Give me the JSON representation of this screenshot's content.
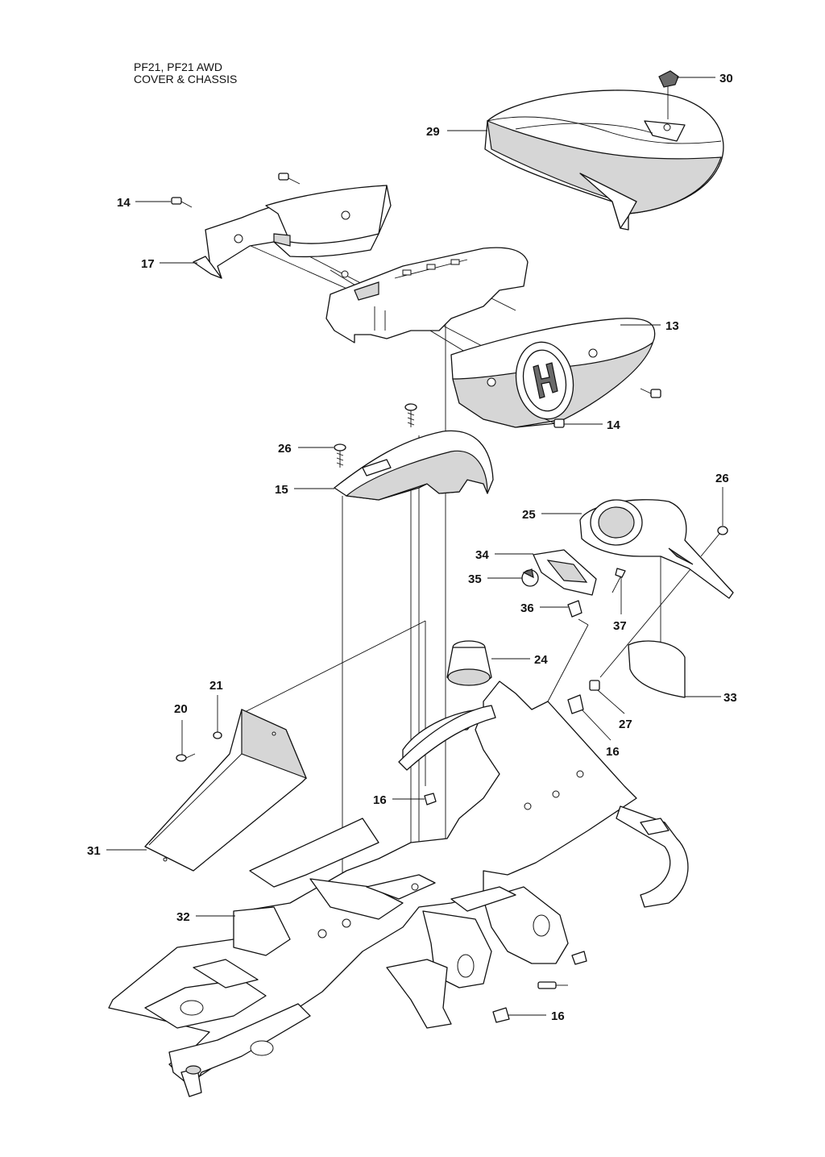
{
  "title": {
    "line1": "PF21, PF21 AWD",
    "line2": "COVER & CHASSIS"
  },
  "callouts": [
    {
      "id": "callout-30",
      "label": "30"
    },
    {
      "id": "callout-29",
      "label": "29"
    },
    {
      "id": "callout-14-top",
      "label": "14"
    },
    {
      "id": "callout-17",
      "label": "17"
    },
    {
      "id": "callout-13",
      "label": "13"
    },
    {
      "id": "callout-14-mid",
      "label": "14"
    },
    {
      "id": "callout-26-left",
      "label": "26"
    },
    {
      "id": "callout-15",
      "label": "15"
    },
    {
      "id": "callout-26-right",
      "label": "26"
    },
    {
      "id": "callout-25",
      "label": "25"
    },
    {
      "id": "callout-34",
      "label": "34"
    },
    {
      "id": "callout-35",
      "label": "35"
    },
    {
      "id": "callout-36",
      "label": "36"
    },
    {
      "id": "callout-37",
      "label": "37"
    },
    {
      "id": "callout-24",
      "label": "24"
    },
    {
      "id": "callout-33",
      "label": "33"
    },
    {
      "id": "callout-21",
      "label": "21"
    },
    {
      "id": "callout-20",
      "label": "20"
    },
    {
      "id": "callout-27",
      "label": "27"
    },
    {
      "id": "callout-16-right",
      "label": "16"
    },
    {
      "id": "callout-16-center",
      "label": "16"
    },
    {
      "id": "callout-31",
      "label": "31"
    },
    {
      "id": "callout-32",
      "label": "32"
    },
    {
      "id": "callout-16-bottom",
      "label": "16"
    }
  ]
}
